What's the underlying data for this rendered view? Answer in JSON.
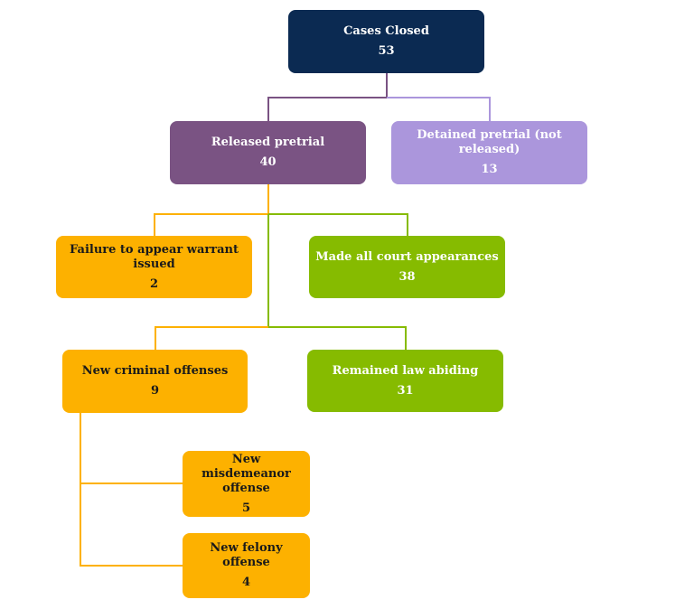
{
  "colors": {
    "navy": "#0b2a52",
    "purple": "#7a5383",
    "lilac": "#ab96dc",
    "orange": "#fdb100",
    "green": "#86bb00"
  },
  "nodes": {
    "cases_closed": {
      "label": "Cases Closed",
      "value": "53"
    },
    "released_pretrial": {
      "label": "Released pretrial",
      "value": "40"
    },
    "detained_pretrial": {
      "label": "Detained pretrial (not released)",
      "value": "13"
    },
    "failure_to_appear": {
      "label": "Failure to appear warrant issued",
      "value": "2"
    },
    "made_appearances": {
      "label": "Made all court appearances",
      "value": "38"
    },
    "new_criminal": {
      "label": "New criminal offenses",
      "value": "9"
    },
    "law_abiding": {
      "label": "Remained law abiding",
      "value": "31"
    },
    "new_misdemeanor": {
      "label": "New misdemeanor offense",
      "value": "5"
    },
    "new_felony": {
      "label": "New felony offense",
      "value": "4"
    }
  }
}
